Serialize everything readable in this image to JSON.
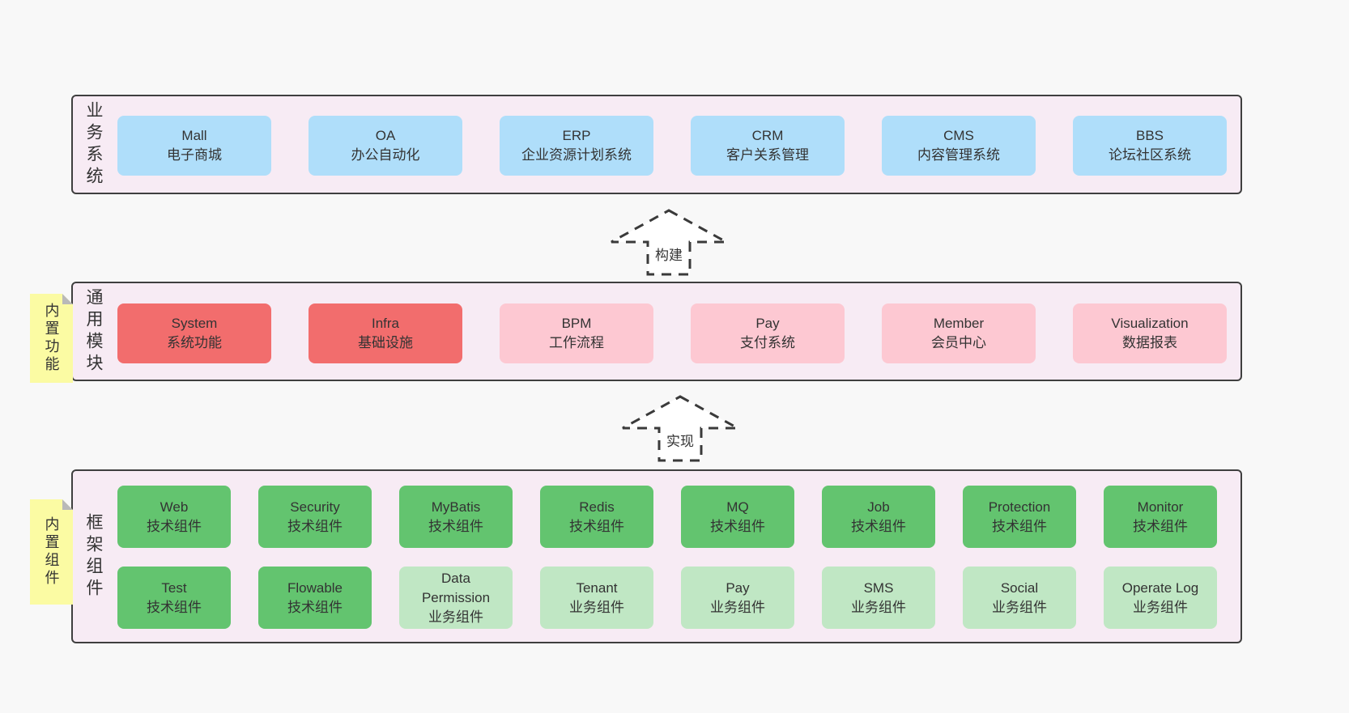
{
  "colors": {
    "page_bg": "#f8f8f8",
    "band_bg": "#f7ebf4",
    "band_border": "#3f3f3f",
    "box_blue": "#afdefa",
    "box_red": "#f26d6d",
    "box_pink": "#fdc8d2",
    "box_green": "#63c46f",
    "box_green_light": "#c0e7c4",
    "note_yellow": "#fbfba3",
    "note_fold_gray": "#b9b9b9",
    "text": "#333333"
  },
  "arrows": [
    {
      "label": "构建"
    },
    {
      "label": "实现"
    }
  ],
  "bands": [
    {
      "label": "业务系统",
      "boxes": [
        {
          "title": "Mall",
          "subtitle": "电子商城"
        },
        {
          "title": "OA",
          "subtitle": "办公自动化"
        },
        {
          "title": "ERP",
          "subtitle": "企业资源计划系统"
        },
        {
          "title": "CRM",
          "subtitle": "客户关系管理"
        },
        {
          "title": "CMS",
          "subtitle": "内容管理系统"
        },
        {
          "title": "BBS",
          "subtitle": "论坛社区系统"
        }
      ]
    },
    {
      "label": "通用模块",
      "note": "内置功能",
      "boxes": [
        {
          "title": "System",
          "subtitle": "系统功能"
        },
        {
          "title": "Infra",
          "subtitle": "基础设施"
        },
        {
          "title": "BPM",
          "subtitle": "工作流程"
        },
        {
          "title": "Pay",
          "subtitle": "支付系统"
        },
        {
          "title": "Member",
          "subtitle": "会员中心"
        },
        {
          "title": "Visualization",
          "subtitle": "数据报表"
        }
      ]
    },
    {
      "label": "框架组件",
      "note": "内置组件",
      "rows": [
        [
          {
            "title": "Web",
            "subtitle": "技术组件"
          },
          {
            "title": "Security",
            "subtitle": "技术组件"
          },
          {
            "title": "MyBatis",
            "subtitle": "技术组件"
          },
          {
            "title": "Redis",
            "subtitle": "技术组件"
          },
          {
            "title": "MQ",
            "subtitle": "技术组件"
          },
          {
            "title": "Job",
            "subtitle": "技术组件"
          },
          {
            "title": "Protection",
            "subtitle": "技术组件"
          },
          {
            "title": "Monitor",
            "subtitle": "技术组件"
          }
        ],
        [
          {
            "title": "Test",
            "subtitle": "技术组件"
          },
          {
            "title": "Flowable",
            "subtitle": "技术组件"
          },
          {
            "title": "Data Permission",
            "subtitle": "业务组件"
          },
          {
            "title": "Tenant",
            "subtitle": "业务组件"
          },
          {
            "title": "Pay",
            "subtitle": "业务组件"
          },
          {
            "title": "SMS",
            "subtitle": "业务组件"
          },
          {
            "title": "Social",
            "subtitle": "业务组件"
          },
          {
            "title": "Operate Log",
            "subtitle": "业务组件"
          }
        ]
      ]
    }
  ]
}
